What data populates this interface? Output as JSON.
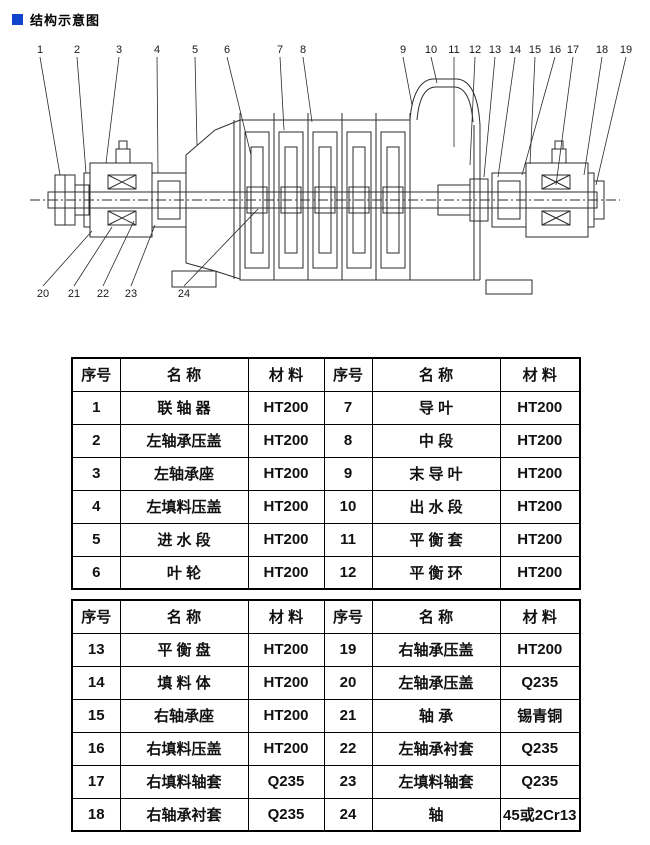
{
  "page": {
    "title": "结构示意图"
  },
  "diagram": {
    "top_labels": [
      "1",
      "2",
      "3",
      "4",
      "5",
      "6",
      "7",
      "8",
      "9",
      "10",
      "11",
      "12",
      "13",
      "14",
      "15",
      "16",
      "17",
      "18",
      "19"
    ],
    "bottom_labels": [
      "20",
      "21",
      "22",
      "23",
      "24"
    ]
  },
  "table1": {
    "headers": [
      "序号",
      "名    称",
      "材  料",
      "序号",
      "名    称",
      "材  料"
    ],
    "rows": [
      [
        "1",
        "联 轴 器",
        "HT200",
        "7",
        "导    叶",
        "HT200"
      ],
      [
        "2",
        "左轴承压盖",
        "HT200",
        "8",
        "中    段",
        "HT200"
      ],
      [
        "3",
        "左轴承座",
        "HT200",
        "9",
        "末 导 叶",
        "HT200"
      ],
      [
        "4",
        "左填料压盖",
        "HT200",
        "10",
        "出 水 段",
        "HT200"
      ],
      [
        "5",
        "进 水 段",
        "HT200",
        "11",
        "平 衡 套",
        "HT200"
      ],
      [
        "6",
        "叶    轮",
        "HT200",
        "12",
        "平 衡 环",
        "HT200"
      ]
    ]
  },
  "table2": {
    "headers": [
      "序号",
      "名    称",
      "材  料",
      "序号",
      "名    称",
      "材  料"
    ],
    "rows": [
      [
        "13",
        "平 衡 盘",
        "HT200",
        "19",
        "右轴承压盖",
        "HT200"
      ],
      [
        "14",
        "填 料 体",
        "HT200",
        "20",
        "左轴承压盖",
        "Q235"
      ],
      [
        "15",
        "右轴承座",
        "HT200",
        "21",
        "轴    承",
        "锡青铜"
      ],
      [
        "16",
        "右填料压盖",
        "HT200",
        "22",
        "左轴承衬套",
        "Q235"
      ],
      [
        "17",
        "右填料轴套",
        "Q235",
        "23",
        "左填料轴套",
        "Q235"
      ],
      [
        "18",
        "右轴承衬套",
        "Q235",
        "24",
        "轴",
        "45或2Cr13"
      ]
    ]
  }
}
